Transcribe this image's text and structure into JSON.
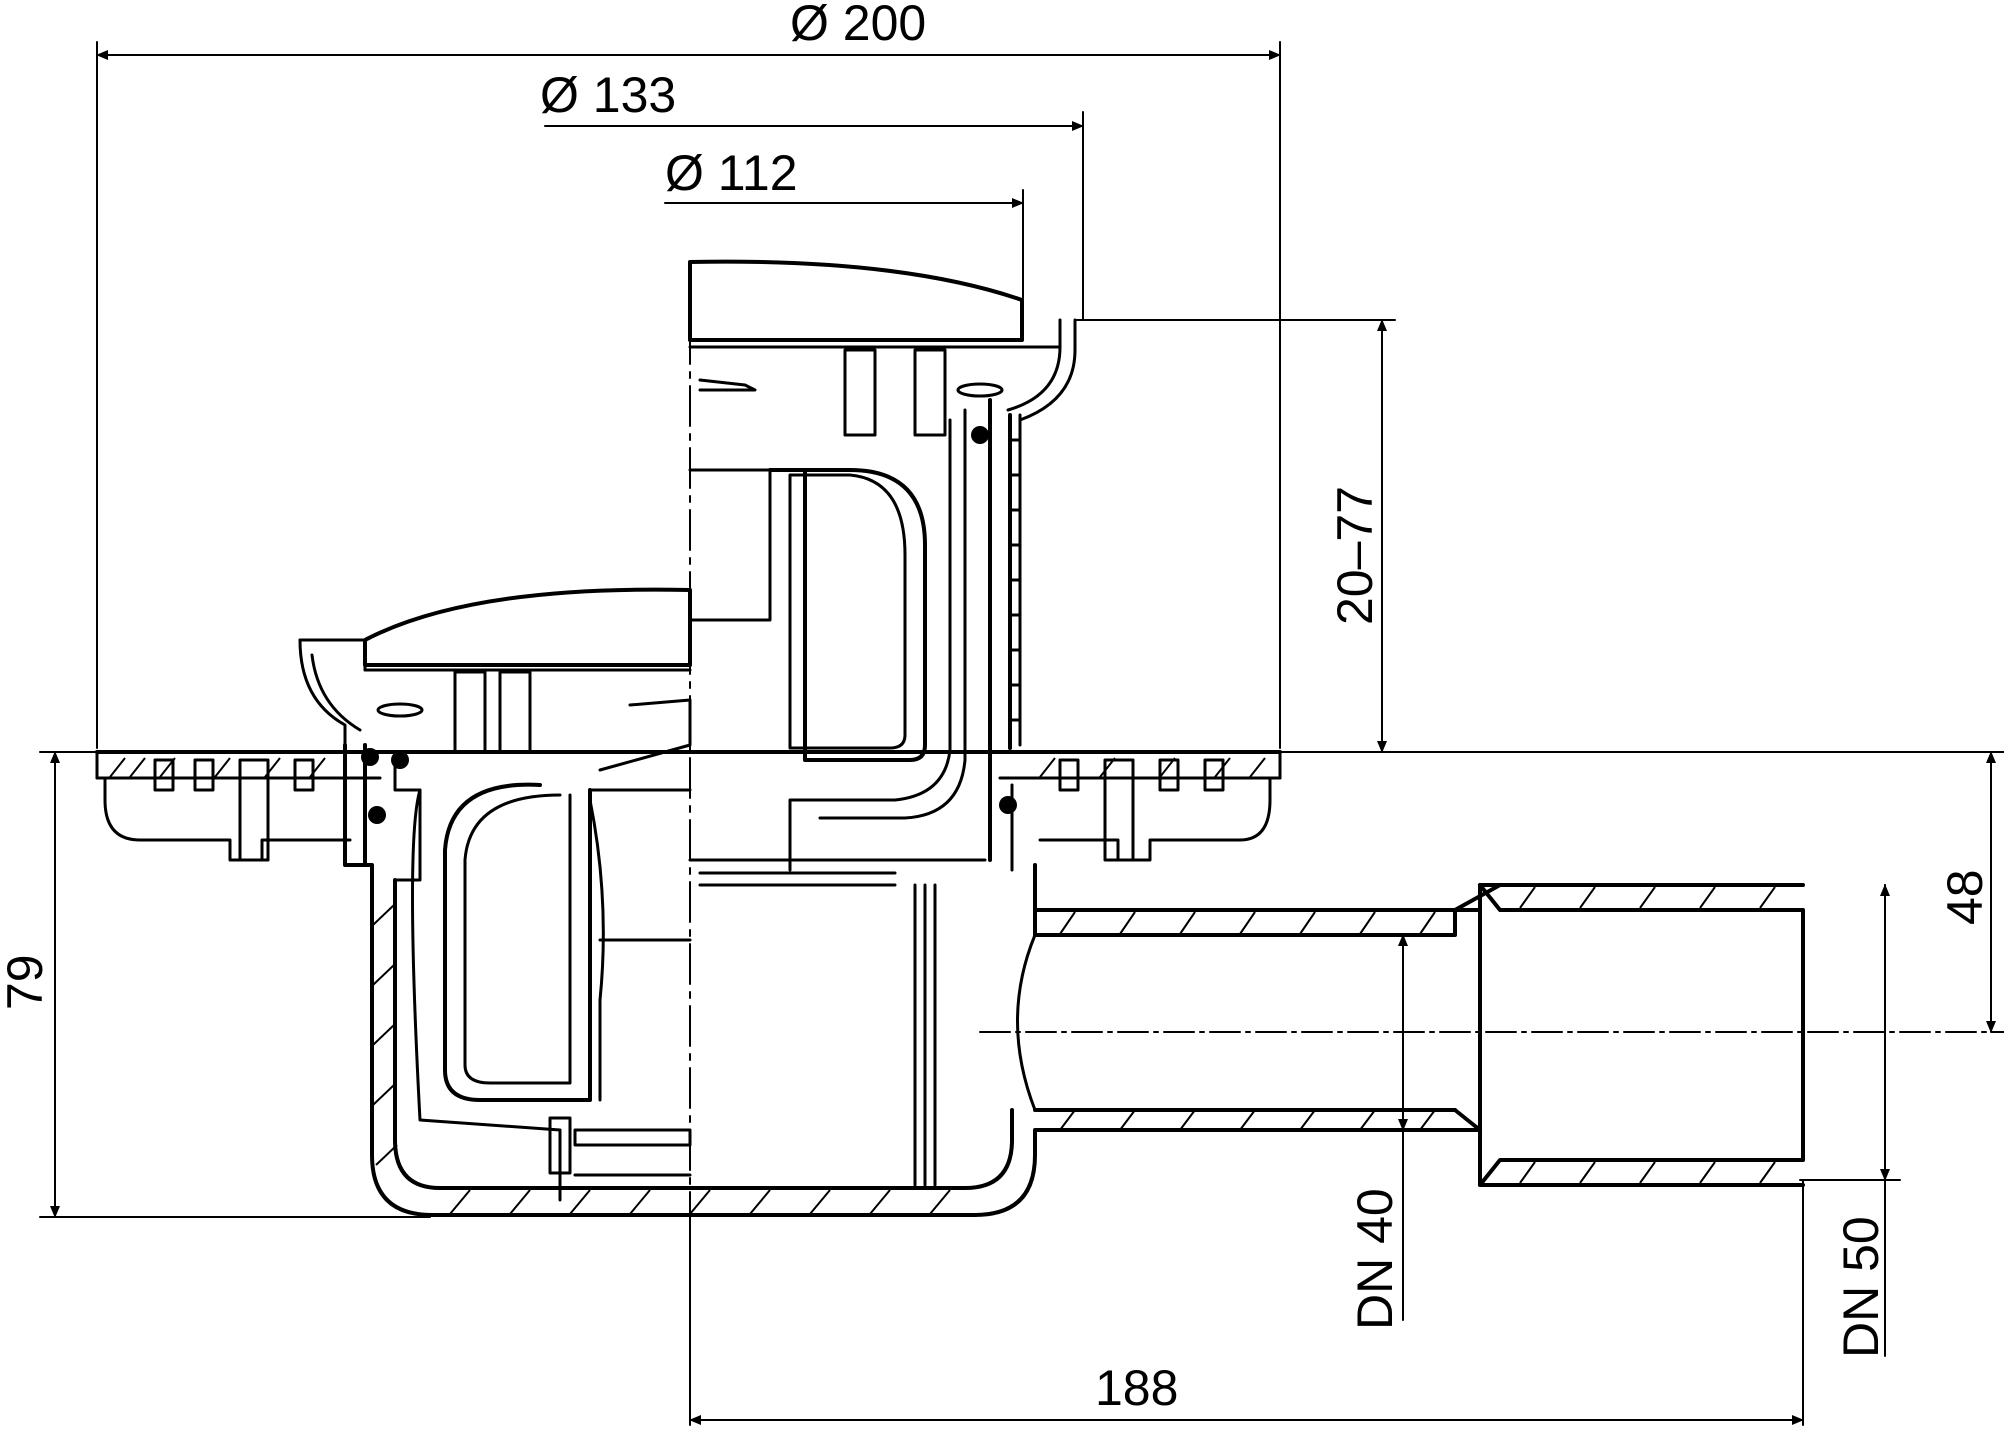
{
  "dimensions": {
    "dia_outer": "Ø 200",
    "dia_mid": "Ø 133",
    "dia_inner": "Ø 112",
    "height_range": "20–77",
    "total_height": "79",
    "outlet_height": "48",
    "outlet_dn_small": "DN 40",
    "outlet_dn_large": "DN 50",
    "horizontal_length": "188"
  },
  "colors": {
    "line": "#000000",
    "background": "#ffffff"
  }
}
